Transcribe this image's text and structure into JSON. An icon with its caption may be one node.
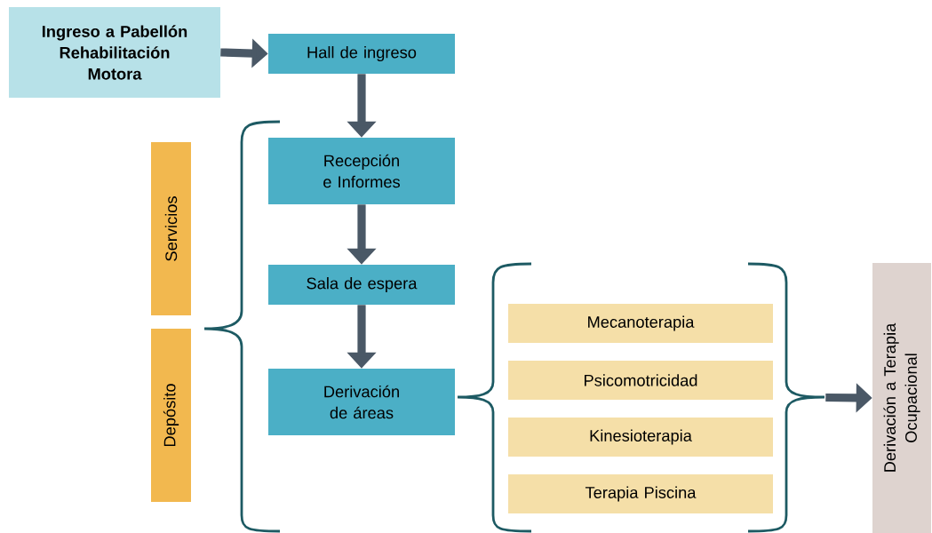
{
  "diagram": {
    "nodes": [
      {
        "text": [
          "Ingreso a Pabellón Rehabilitación Motora"
        ]
      },
      {
        "text": [
          "Hall de ingreso"
        ]
      },
      {
        "text": [
          "Recepción e Informes"
        ]
      },
      {
        "text": [
          "Sala de espera"
        ]
      },
      {
        "text": [
          "Derivación de áreas"
        ]
      },
      {
        "text": [
          "Servicios"
        ]
      },
      {
        "text": [
          "Depósito"
        ]
      },
      {
        "text": [
          "Mecanoterapia"
        ]
      },
      {
        "text": [
          "Psicomotricidad"
        ]
      },
      {
        "text": [
          "Kinesioterapia"
        ]
      },
      {
        "text": [
          "Terapia Piscina"
        ]
      },
      {
        "text": [
          "Derivación a Terapia Ocupacional"
        ]
      },
      {
        "text": [],
        "shape": "brace"
      }
    ],
    "edges": [
      {
        "from": 0,
        "to": 1,
        "arrow": "to"
      },
      {
        "from": 1,
        "to": 2,
        "arrow": "to"
      },
      {
        "from": 2,
        "to": 3,
        "arrow": "to"
      },
      {
        "from": 3,
        "to": 4,
        "arrow": "to"
      },
      {
        "from": 12,
        "to": 11,
        "arrow": "to"
      }
    ]
  }
}
